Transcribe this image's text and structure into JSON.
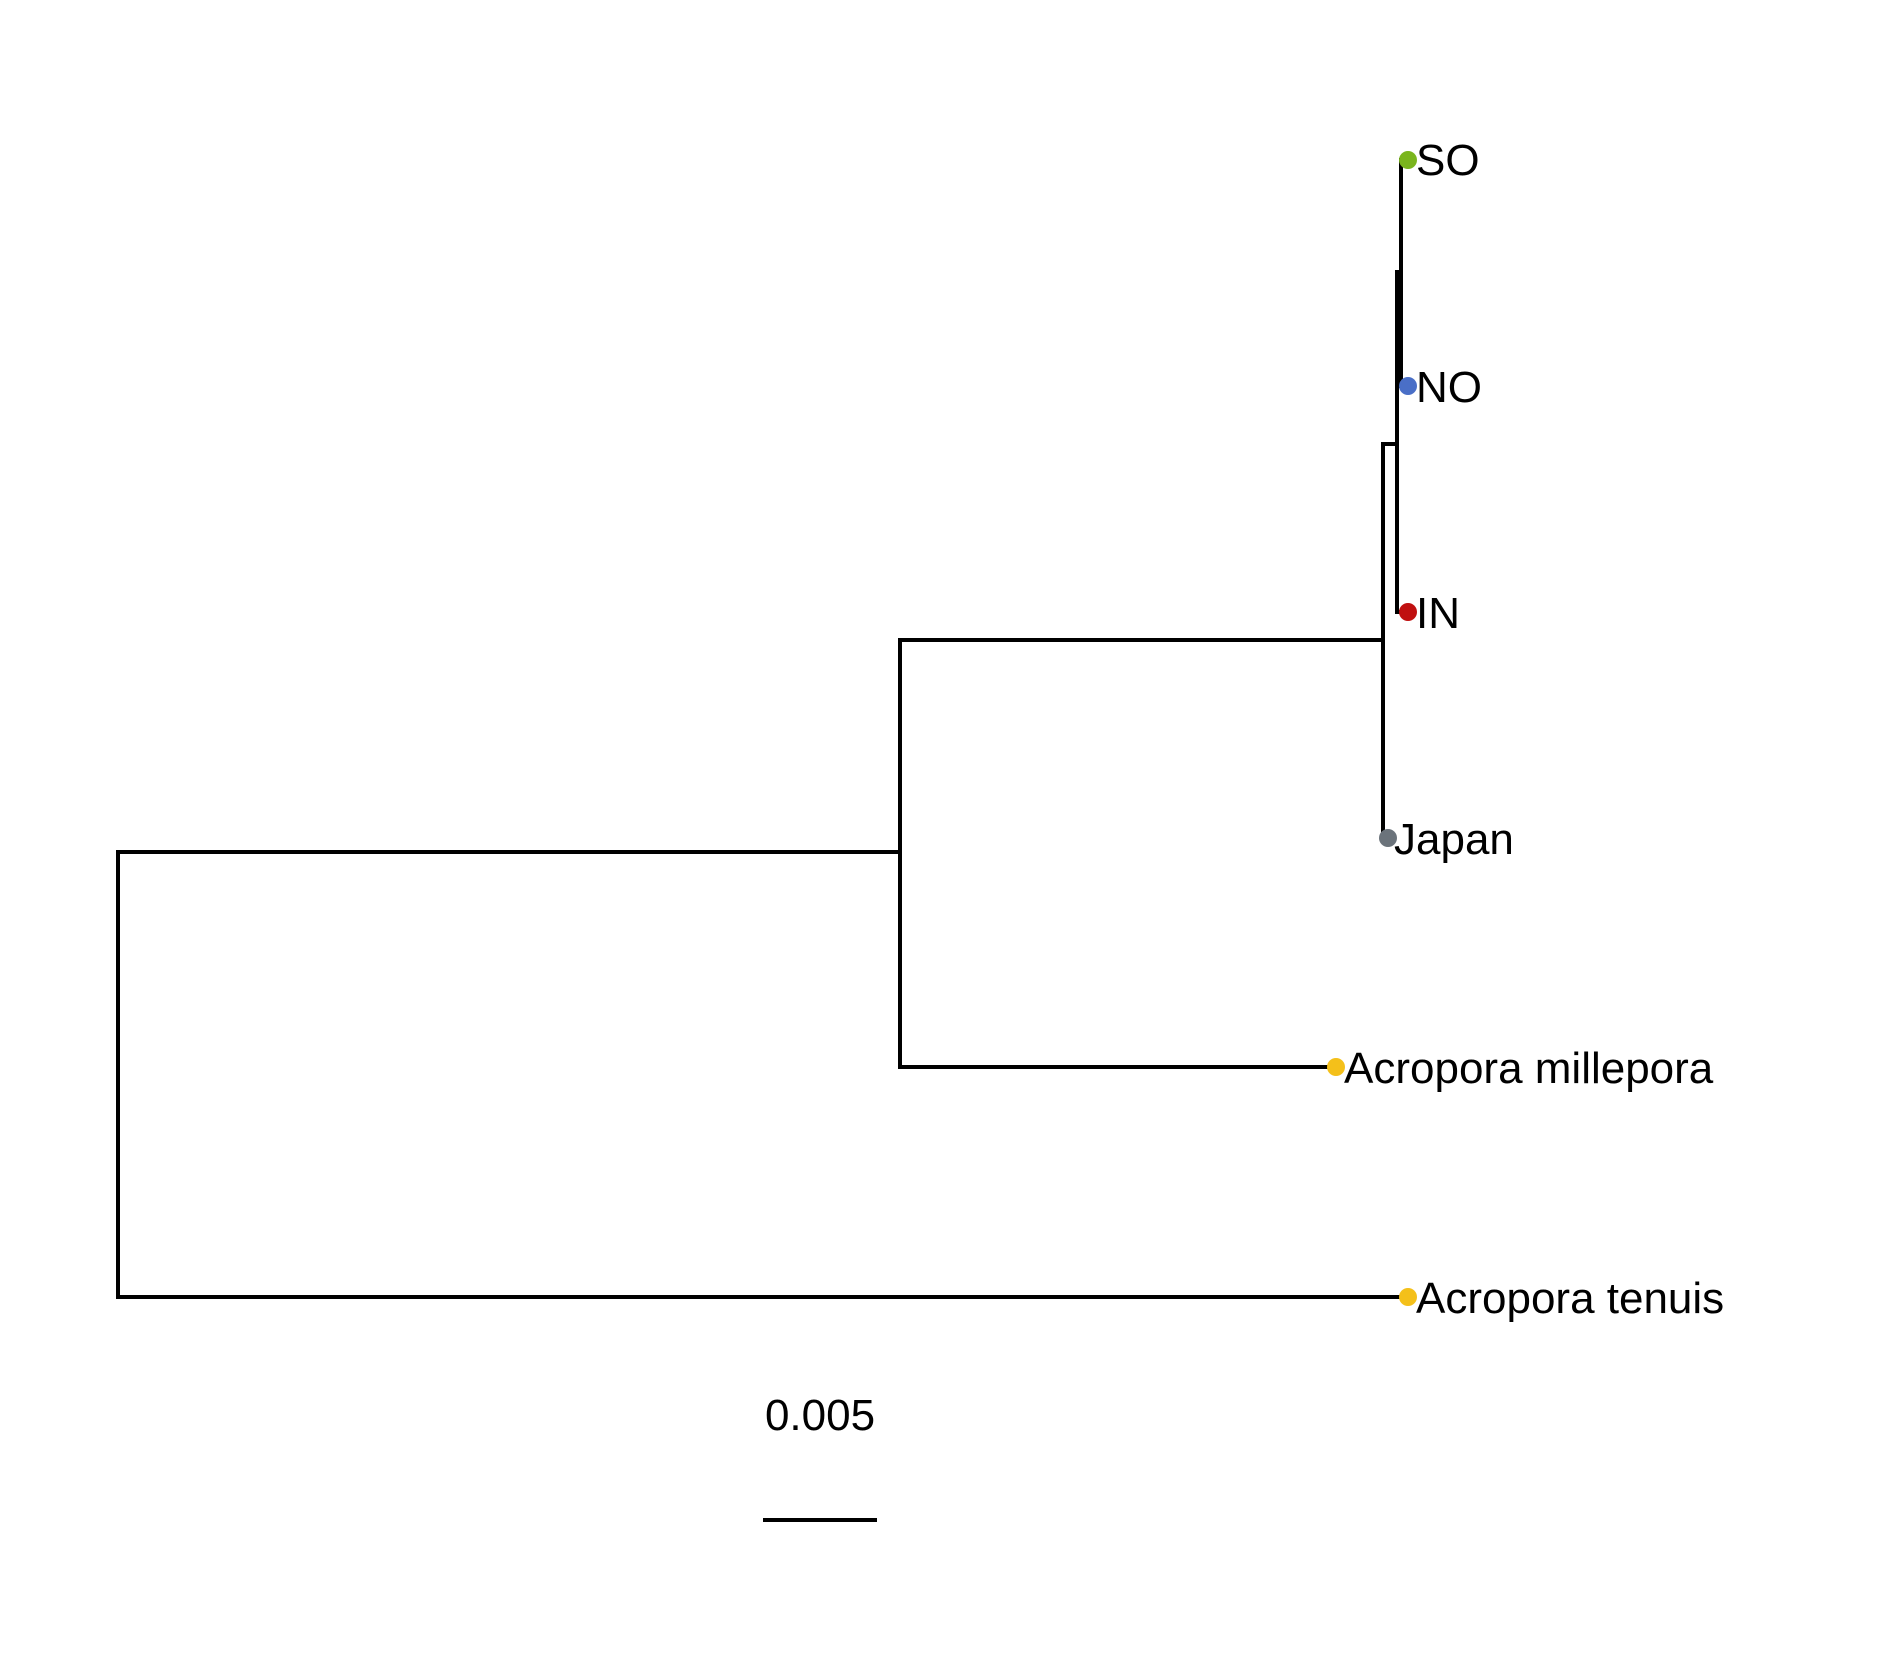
{
  "tree": {
    "tips": [
      {
        "id": "so",
        "label": "SO",
        "color": "#7ab51d"
      },
      {
        "id": "no",
        "label": "NO",
        "color": "#4a6fc7"
      },
      {
        "id": "in",
        "label": "IN",
        "color": "#c01010"
      },
      {
        "id": "japan",
        "label": "Japan",
        "color": "#6b737b"
      },
      {
        "id": "millepora",
        "label": "Acropora millepora",
        "color": "#f4c01a"
      },
      {
        "id": "tenuis",
        "label": "Acropora tenuis",
        "color": "#f4c01a"
      }
    ],
    "scale_bar": {
      "label": "0.005",
      "length": 0.005
    }
  }
}
